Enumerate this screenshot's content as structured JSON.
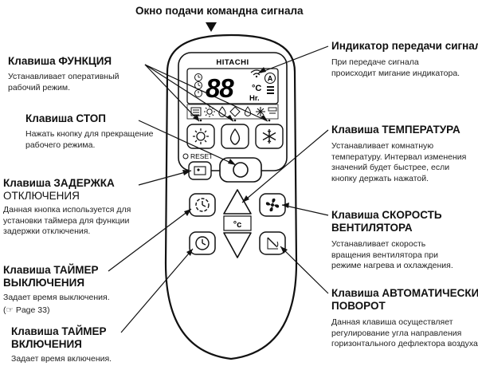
{
  "top_title": "Окно подачи командна  сигнала",
  "brand": "HITACHI",
  "display": {
    "digits": "88",
    "unit_c": "°C",
    "unit_hr": "Hr.",
    "auto_mark": "A"
  },
  "reset_label": "RESET",
  "temp_unit": "°c",
  "labels": {
    "function": {
      "title": "Клавиша ФУНКЦИЯ",
      "desc": [
        "Устанавливает оперативный",
        "рабочий режим."
      ]
    },
    "stop": {
      "title": "Клавиша СТОП",
      "desc": [
        "Нажать кнопку для прекращение",
        "рабочего режима."
      ]
    },
    "delay": {
      "title": "Клавиша ЗАДЕРЖКА",
      "title2": "ОТКЛЮЧЕНИЯ",
      "desc": [
        "Данная кнопка используется для",
        "установки таймера для функции",
        "задержки отключения."
      ]
    },
    "timer_off": {
      "title": "Клавиша ТАЙМЕР",
      "title2": "ВЫКЛЮЧЕНИЯ",
      "desc": [
        "Задает время выключения.",
        "(☞ Page 33)"
      ]
    },
    "timer_on": {
      "title": "Клавиша ТАЙМЕР",
      "title2": "ВКЛЮЧЕНИЯ",
      "desc": [
        "Задает время включения."
      ]
    },
    "indicator": {
      "title": "Индикатор передачи сигнала",
      "desc": [
        "При передаче сигнала",
        "происходит мигание индикатора."
      ]
    },
    "temperature": {
      "title": "Клавиша ТЕМПЕРАТУРА",
      "desc": [
        "Устанавливает комнатную",
        "температуру. Интервал изменения",
        "значений будет быстрее, если",
        "кнопку держать нажатой."
      ]
    },
    "fan": {
      "title": "Клавиша СКОРОСТЬ",
      "title2": "ВЕНТИЛЯТОРА",
      "desc": [
        "Устанавливает скорость",
        "вращения вентилятора при",
        "режиме нагрева и охлаждения."
      ]
    },
    "swing": {
      "title": "Клавиша АВТОМАТИЧЕСКИЙ",
      "title2": "ПОВОРОТ",
      "desc": [
        "Данная клавиша осуществляет",
        "регулирование угла направления",
        "горизонтального дефлектора воздуха."
      ]
    }
  }
}
